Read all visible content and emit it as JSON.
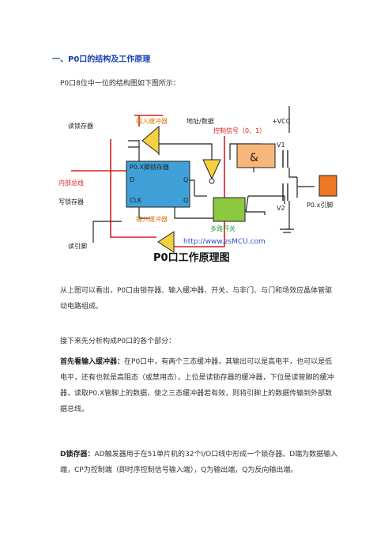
{
  "heading": "一、P0口的结构及工作原理",
  "intro": "P0口8位中一位的结构图如下图所示：",
  "figure": {
    "labels": {
      "read_latch": "读锁存器",
      "input_buffer_top": "输入缓冲器",
      "addr_data": "地址/数据",
      "vcc": "+VCC",
      "control_signal": "控制信号（0、1）",
      "v1": "V1",
      "internal_bus": "内部总线",
      "latch_title": "P0.X脚锁存器",
      "d": "D",
      "q": "Q",
      "clk": "CLK",
      "qbar": "Q",
      "and_gate": "&",
      "write_latch": "写锁存器",
      "v2": "V2",
      "pin": "P0.x引脚",
      "input_buffer_bottom": "输入缓冲器",
      "mux": "多路开关",
      "read_pin": "读引脚",
      "url": "http://www.zsMCU.com",
      "caption": "P0口工作原理图"
    },
    "colors": {
      "red": "#d42020",
      "buffer": "#f5d040",
      "latch": "#3fa0d8",
      "and": "#f7b77a",
      "mux": "#8cc840",
      "pin": "#ee7722"
    }
  },
  "p1": "从上图可以看出，P0口由锁存器、输入缓冲器、开关、与非门、与门和场效应晶体管驱动电路组成。",
  "p2": "接下来先分析构成P0口的各个部分：",
  "p3_bold": "首先看输入缓冲器：",
  "p3_text": "在P0口中，有两个三态缓冲器，其输出可以是高电平，也可以是低电平，还有也就是高阻态（或禁用态），上位是读锁存器的缓冲器，下位是读管脚的缓冲器，读取P0.X管脚上的数据，使之三态缓冲器若有效，则将引脚上的数据传输到外部数据总线。",
  "p4_bold": "D锁存器：",
  "p4_text": "AD触发器用于在51单片机的32个I/O口线中形成一个锁存器。D端为数据输入端，CP为控制端（即时序控制信号输入端），Q为输出端，Q为反向输出端。"
}
